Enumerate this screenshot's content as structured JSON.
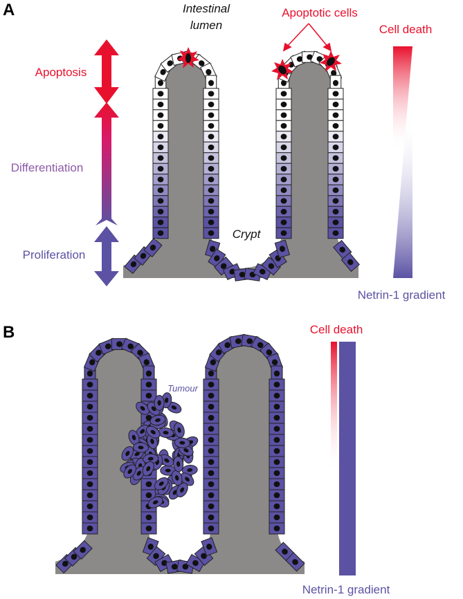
{
  "panel_a": {
    "label": "A",
    "lumen_label_line1": "Intestinal",
    "lumen_label_line2": "lumen",
    "apoptotic_cells_label": "Apoptotic cells",
    "apoptosis_label": "Apoptosis",
    "differentiation_label": "Differentiation",
    "proliferation_label": "Proliferation",
    "crypt_label": "Crypt",
    "cell_death_label": "Cell death",
    "netrin_label": "Netrin-1 gradient"
  },
  "panel_b": {
    "label": "B",
    "tumour_label": "Tumour",
    "cell_death_label": "Cell death",
    "netrin_label": "Netrin-1 gradient"
  },
  "colors": {
    "apoptosis_red": "#e8112d",
    "proliferation_blue": "#5b52a3",
    "stroma_grey": "#8c8a88",
    "nucleus": "#111111"
  }
}
